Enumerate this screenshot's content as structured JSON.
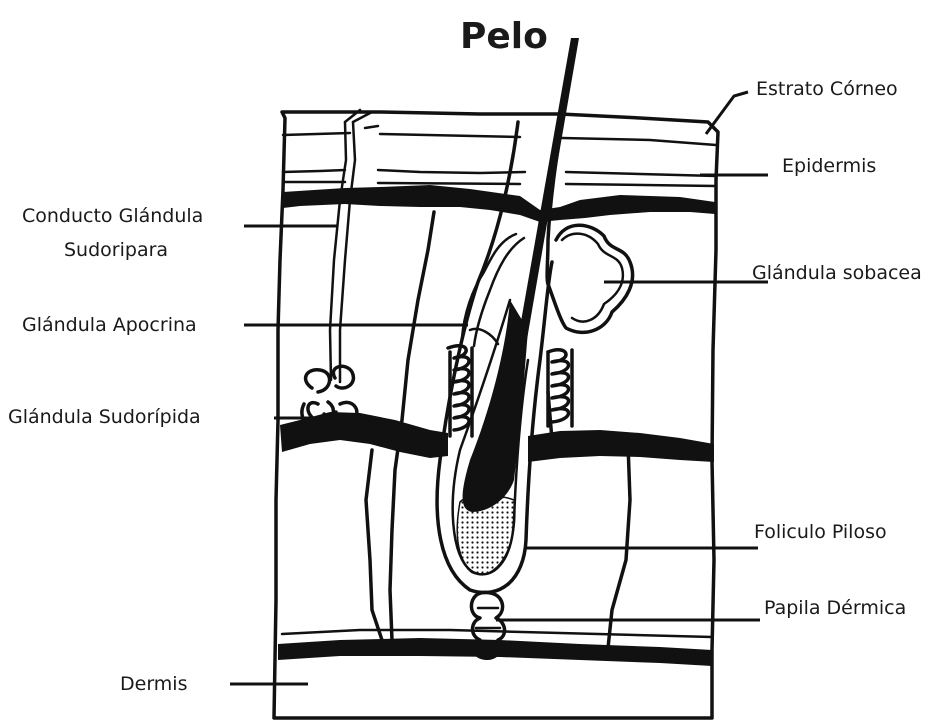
{
  "title": "Pelo",
  "labels": {
    "estrato_corneo": "Estrato Córneo",
    "epidermis": "Epidermis",
    "glandula_sebacea": "Glándula sobacea",
    "conducto_line1": "Conducto Glándula",
    "conducto_line2": "Sudoripara",
    "glandula_apocrina": "Glándula Apocrina",
    "glandula_sudoripida": "Glándula Sudorípida",
    "foliculo_piloso": "Foliculo Piloso",
    "papila_dermica": "Papila Dérmica",
    "dermis": "Dermis"
  },
  "colors": {
    "ink": "#111111",
    "background": "#ffffff"
  }
}
